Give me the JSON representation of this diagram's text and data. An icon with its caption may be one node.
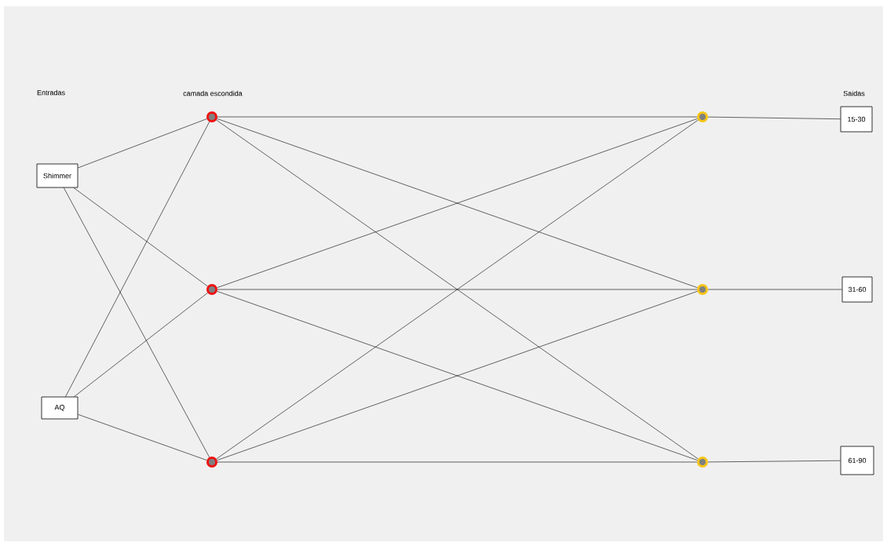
{
  "diagram": {
    "nodes": [
      {
        "text": [
          "Shimmer"
        ]
      },
      {
        "text": [
          "AQ"
        ]
      },
      {
        "text": [],
        "shape": "circle"
      },
      {
        "text": [],
        "shape": "circle"
      },
      {
        "text": [],
        "shape": "circle"
      },
      {
        "text": [],
        "shape": "circle"
      },
      {
        "text": [],
        "shape": "circle"
      },
      {
        "text": [],
        "shape": "circle"
      },
      {
        "text": [
          "15-30"
        ]
      },
      {
        "text": [
          "31-60"
        ]
      },
      {
        "text": [
          "61-90"
        ]
      }
    ],
    "edges": [
      {
        "from": 0,
        "to": 2,
        "arrow": "none"
      },
      {
        "from": 0,
        "to": 3,
        "arrow": "none"
      },
      {
        "from": 0,
        "to": 4,
        "arrow": "none"
      },
      {
        "from": 1,
        "to": 2,
        "arrow": "none"
      },
      {
        "from": 1,
        "to": 3,
        "arrow": "none"
      },
      {
        "from": 1,
        "to": 4,
        "arrow": "none"
      },
      {
        "from": 2,
        "to": 5,
        "arrow": "none"
      },
      {
        "from": 2,
        "to": 6,
        "arrow": "none"
      },
      {
        "from": 2,
        "to": 7,
        "arrow": "none"
      },
      {
        "from": 3,
        "to": 5,
        "arrow": "none"
      },
      {
        "from": 3,
        "to": 6,
        "arrow": "none"
      },
      {
        "from": 3,
        "to": 7,
        "arrow": "none"
      },
      {
        "from": 4,
        "to": 5,
        "arrow": "none"
      },
      {
        "from": 4,
        "to": 6,
        "arrow": "none"
      },
      {
        "from": 4,
        "to": 7,
        "arrow": "none"
      },
      {
        "from": 5,
        "to": 8,
        "arrow": "none"
      },
      {
        "from": 6,
        "to": 9,
        "arrow": "none"
      },
      {
        "from": 7,
        "to": 10,
        "arrow": "none"
      }
    ],
    "labels": [
      "Entradas",
      "camada escondida",
      "Saidas"
    ]
  }
}
